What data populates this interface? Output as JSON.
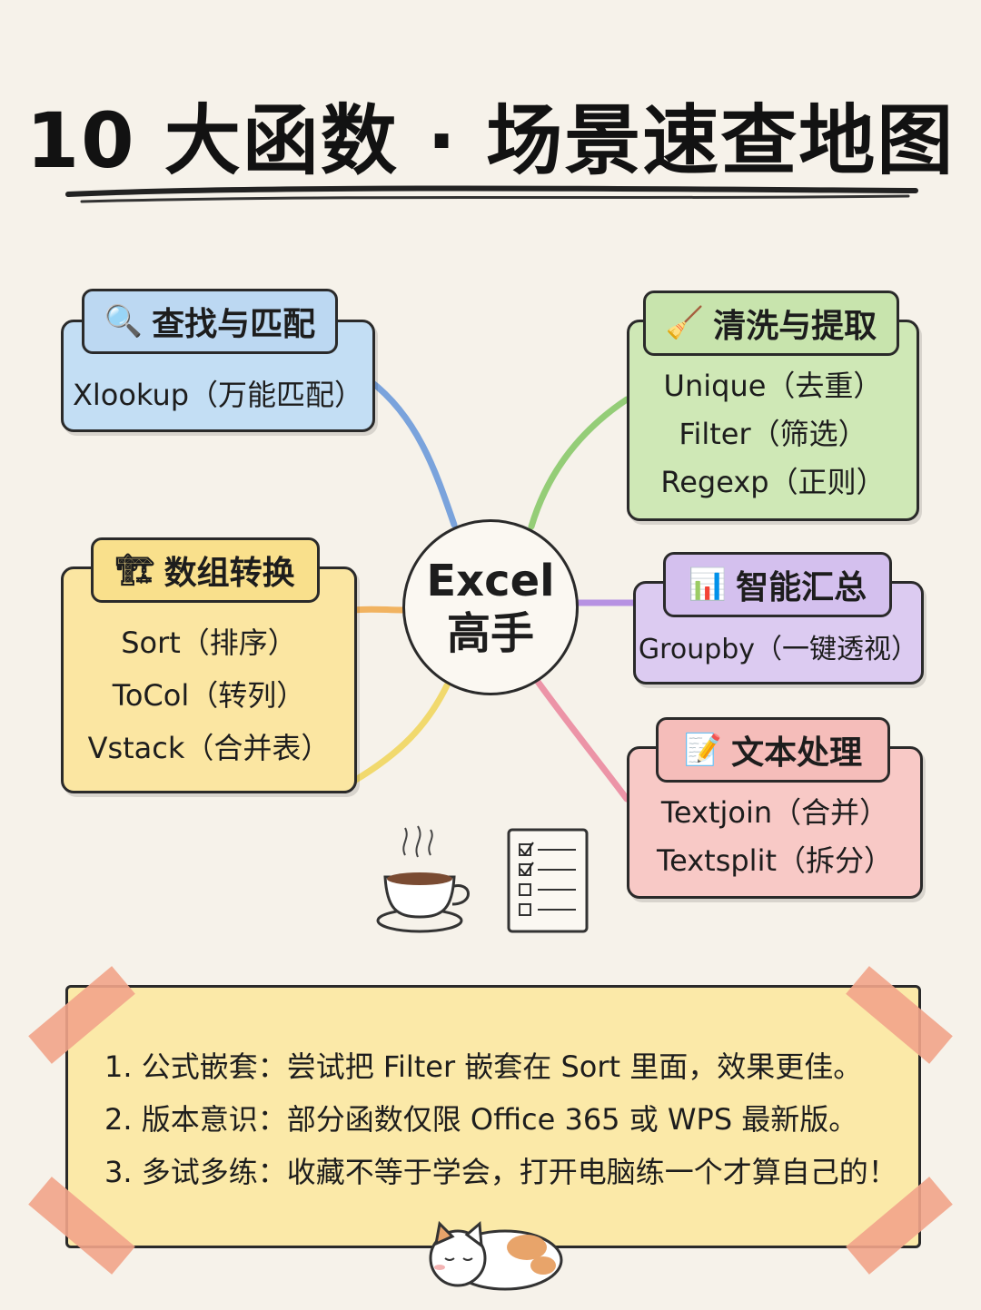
{
  "title": "10 大函数 · 场景速查地图",
  "center": {
    "line1": "Excel",
    "line2": "高手"
  },
  "branches": {
    "lookup": {
      "icon": "magnifier-icon",
      "glyph": "🔍",
      "title": "查找与匹配",
      "items": [
        "Xlookup（万能匹配）"
      ],
      "color": "#5b8fd8"
    },
    "clean": {
      "icon": "broom-icon",
      "glyph": "🧹",
      "title": "清洗与提取",
      "items": [
        "Unique（去重）",
        "Filter（筛选）",
        "Regexp（正则）"
      ],
      "color": "#7cc35a"
    },
    "array": {
      "icon": "crane-icon",
      "glyph": "🏗",
      "title": "数组转换",
      "items": [
        "Sort（排序）",
        "ToCol（转列）",
        "Vstack（合并表）"
      ],
      "color": "#f0c23d"
    },
    "summary": {
      "icon": "bar-chart-icon",
      "glyph": "📊",
      "title": "智能汇总",
      "items": [
        "Groupby（一键透视）"
      ],
      "color": "#a779e0"
    },
    "text": {
      "icon": "memo-icon",
      "glyph": "📝",
      "title": "文本处理",
      "items": [
        "Textjoin（合并）",
        "Textsplit（拆分）"
      ],
      "color": "#ea7c96"
    }
  },
  "tips": [
    "1. 公式嵌套：尝试把 Filter 嵌套在 Sort 里面，效果更佳。",
    "2. 版本意识：部分函数仅限 Office 365 或 WPS 最新版。",
    "3. 多试多练：收藏不等于学会，打开电脑练一个才算自己的！"
  ],
  "decor": [
    "coffee-cup-icon",
    "checklist-icon",
    "sleeping-cat-icon"
  ]
}
